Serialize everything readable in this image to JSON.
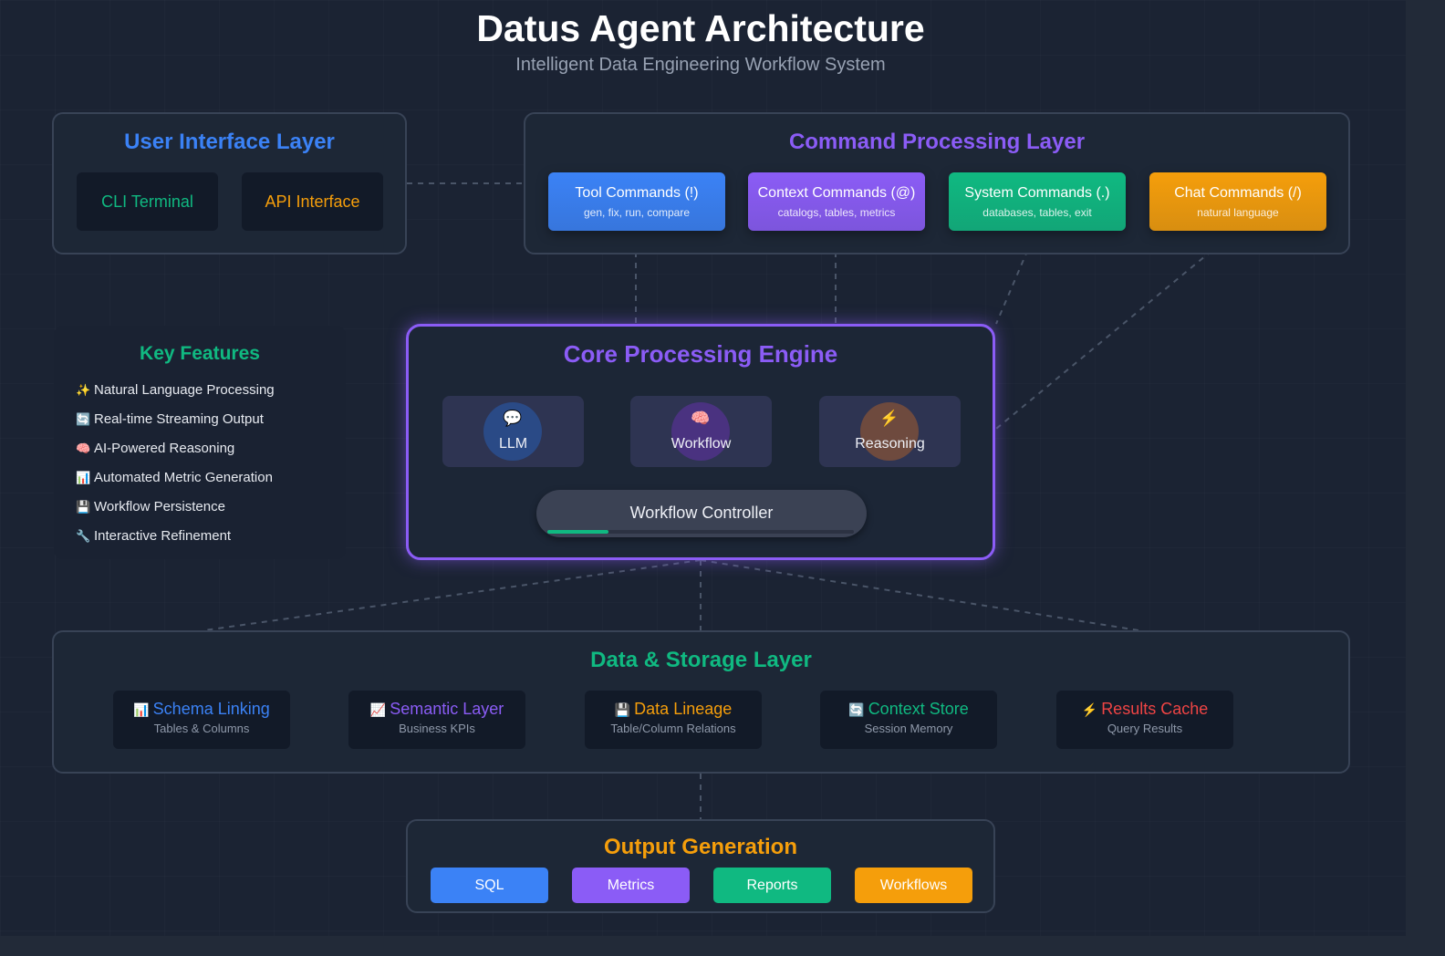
{
  "header": {
    "title": "Datus Agent Architecture",
    "subtitle": "Intelligent Data Engineering Workflow System"
  },
  "ui_layer": {
    "title": "User Interface Layer",
    "cards": [
      {
        "label": "CLI Terminal",
        "color": "#10b981"
      },
      {
        "label": "API Interface",
        "color": "#f59e0b"
      }
    ]
  },
  "command_layer": {
    "title": "Command Processing Layer",
    "commands": [
      {
        "label": "Tool Commands (!)",
        "sub": "gen, fix, run, compare",
        "color": "#3b82f6"
      },
      {
        "label": "Context Commands (@)",
        "sub": "catalogs, tables, metrics",
        "color": "#8b5cf6"
      },
      {
        "label": "System Commands (.)",
        "sub": "databases, tables, exit",
        "color": "#10b981"
      },
      {
        "label": "Chat Commands (/)",
        "sub": "natural language",
        "color": "#f59e0b"
      }
    ]
  },
  "features": {
    "title": "Key Features",
    "items": [
      {
        "icon": "✨",
        "icon_name": "sparkles-icon",
        "label": "Natural Language Processing"
      },
      {
        "icon": "🔄",
        "icon_name": "refresh-icon",
        "label": "Real-time Streaming Output"
      },
      {
        "icon": "🧠",
        "icon_name": "brain-icon",
        "label": "AI-Powered Reasoning"
      },
      {
        "icon": "📊",
        "icon_name": "bar-chart-icon",
        "label": "Automated Metric Generation"
      },
      {
        "icon": "💾",
        "icon_name": "floppy-disk-icon",
        "label": "Workflow Persistence"
      },
      {
        "icon": "🔧",
        "icon_name": "wrench-icon",
        "label": "Interactive Refinement"
      }
    ]
  },
  "core": {
    "title": "Core Processing Engine",
    "modules": [
      {
        "label": "LLM",
        "icon": "💬",
        "icon_name": "speech-bubble-icon",
        "circle_color": "#2a4a86"
      },
      {
        "label": "Workflow",
        "icon": "🧠",
        "icon_name": "brain-icon",
        "circle_color": "#4a3280"
      },
      {
        "label": "Reasoning",
        "icon": "⚡",
        "icon_name": "lightning-icon",
        "circle_color": "#6e4a3e"
      }
    ],
    "controller": {
      "label": "Workflow Controller",
      "progress": 0.2
    }
  },
  "storage_layer": {
    "title": "Data & Storage Layer",
    "items": [
      {
        "icon": "📊",
        "icon_name": "bar-chart-icon",
        "label": "Schema Linking",
        "sub": "Tables & Columns",
        "color": "#3b82f6"
      },
      {
        "icon": "📈",
        "icon_name": "trend-chart-icon",
        "label": "Semantic Layer",
        "sub": "Business KPIs",
        "color": "#8b5cf6"
      },
      {
        "icon": "💾",
        "icon_name": "floppy-disk-icon",
        "label": "Data Lineage",
        "sub": "Table/Column Relations",
        "color": "#f59e0b"
      },
      {
        "icon": "🔄",
        "icon_name": "refresh-icon",
        "label": "Context Store",
        "sub": "Session Memory",
        "color": "#10b981"
      },
      {
        "icon": "⚡",
        "icon_name": "lightning-icon",
        "label": "Results Cache",
        "sub": "Query Results",
        "color": "#ef4444"
      }
    ]
  },
  "output": {
    "title": "Output Generation",
    "items": [
      {
        "label": "SQL",
        "color": "#3b82f6"
      },
      {
        "label": "Metrics",
        "color": "#8b5cf6"
      },
      {
        "label": "Reports",
        "color": "#10b981"
      },
      {
        "label": "Workflows",
        "color": "#f59e0b"
      }
    ]
  },
  "colors": {
    "ui_title": "#3b82f6",
    "command_title": "#8b5cf6",
    "features_title": "#10b981",
    "core_title": "#8b5cf6",
    "storage_title": "#10b981",
    "output_title": "#f59e0b"
  }
}
